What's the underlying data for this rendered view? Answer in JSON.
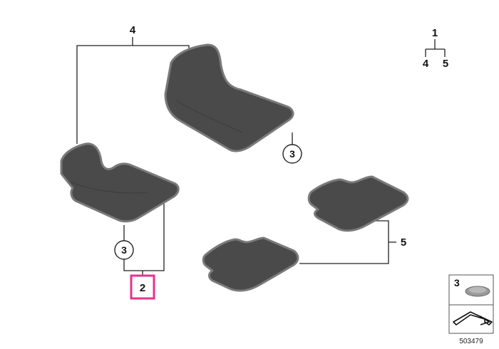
{
  "callouts": {
    "group_front_pair": "4",
    "assembly": "1",
    "assembly_child_a": "4",
    "assembly_child_b": "5",
    "group_rear_pair": "5",
    "part_front_mat": "2",
    "fastener_driver": "3",
    "fastener_passenger": "3"
  },
  "legend": {
    "item_number": "3",
    "diagram_id": "503479"
  },
  "colors": {
    "mat_fill": "#4a4a4a",
    "mat_edge": "#7a7a7a",
    "highlight": "#e5338f"
  }
}
